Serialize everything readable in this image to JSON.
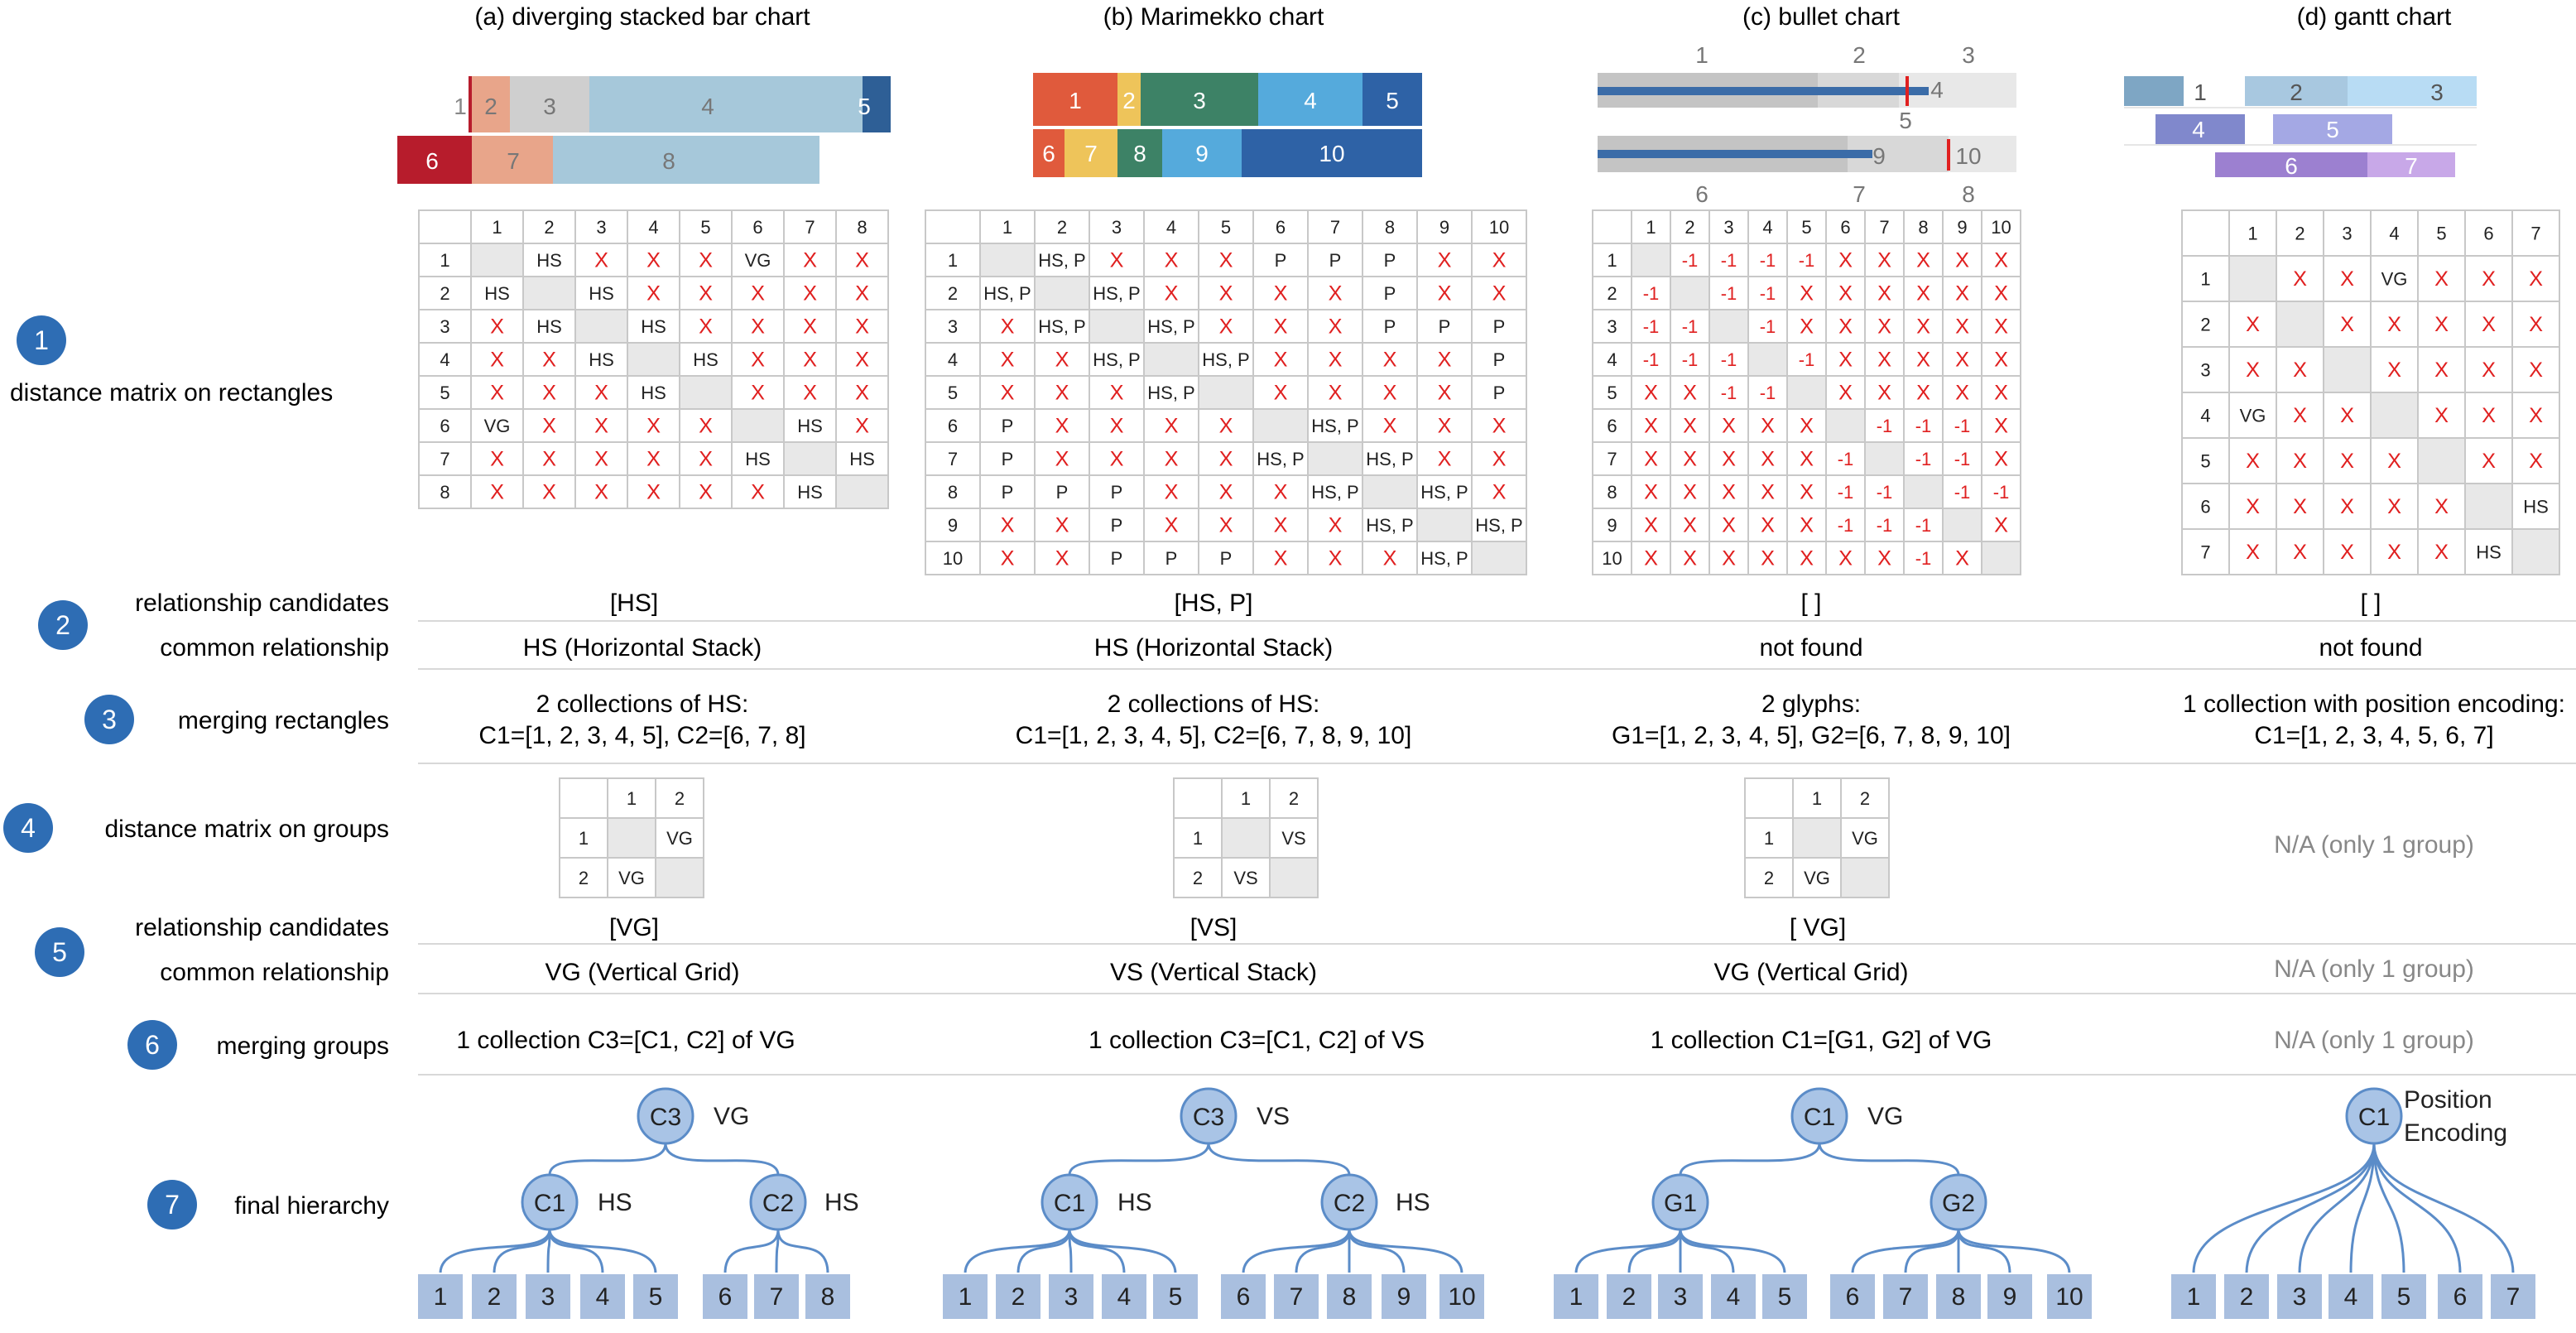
{
  "columns": [
    {
      "title": "(a) diverging stacked bar chart"
    },
    {
      "title": "(b) Marimekko chart"
    },
    {
      "title": "(c) bullet chart"
    },
    {
      "title": "(d) gantt chart"
    }
  ],
  "steps": [
    {
      "num": "1",
      "label": "distance matrix on rectangles"
    },
    {
      "num": "2",
      "label_a": "relationship candidates",
      "label_b": "common relationship"
    },
    {
      "num": "3",
      "label": "merging rectangles"
    },
    {
      "num": "4",
      "label": "distance matrix on groups"
    },
    {
      "num": "5",
      "label_a": "relationship candidates",
      "label_b": "common relationship"
    },
    {
      "num": "6",
      "label": "merging groups"
    },
    {
      "num": "7",
      "label": "final hierarchy"
    }
  ],
  "colors": {
    "bar_accent": "#3b6ca8",
    "node_fill": "#a9c4e6",
    "node_stroke": "#5b8cc8",
    "box_fill": "#a9bfdf",
    "badge": "#2e6db4",
    "cross": "#e02020",
    "grid": "#c8c8c8"
  },
  "charts": {
    "a": {
      "row1": [
        {
          "label": "1",
          "color": "#b71c2c"
        },
        {
          "label": "2",
          "color": "#e8a58a"
        },
        {
          "label": "3",
          "color": "#cfcfcf"
        },
        {
          "label": "4",
          "color": "#a6c8da"
        },
        {
          "label": "5",
          "color": "#2e5f96"
        }
      ],
      "row2": [
        {
          "label": "6",
          "color": "#b71c2c"
        },
        {
          "label": "7",
          "color": "#e8a58a"
        },
        {
          "label": "8",
          "color": "#a6c8da"
        }
      ]
    },
    "b": {
      "row1": [
        {
          "label": "1",
          "color": "#e05a3c"
        },
        {
          "label": "2",
          "color": "#eec45a"
        },
        {
          "label": "3",
          "color": "#3d8266"
        },
        {
          "label": "4",
          "color": "#55aadc"
        },
        {
          "label": "5",
          "color": "#2e62a6"
        }
      ],
      "row2": [
        {
          "label": "6",
          "color": "#e05a3c"
        },
        {
          "label": "7",
          "color": "#eec45a"
        },
        {
          "label": "8",
          "color": "#3d8266"
        },
        {
          "label": "9",
          "color": "#55aadc"
        },
        {
          "label": "10",
          "color": "#2e62a6"
        }
      ]
    },
    "c": {
      "top_labels": [
        "1",
        "2",
        "3"
      ],
      "mid_labels": [
        "4",
        "5"
      ],
      "low_labels": [
        "9",
        "10"
      ],
      "bottom_labels": [
        "6",
        "7",
        "8"
      ]
    },
    "d": {
      "bars": [
        {
          "label": "1",
          "color": "#7ea6c4"
        },
        {
          "label": "2",
          "color": "#a8c8e0"
        },
        {
          "label": "3",
          "color": "#b8dcf4"
        },
        {
          "label": "4",
          "color": "#8088cc"
        },
        {
          "label": "5",
          "color": "#a4a8e4"
        },
        {
          "label": "6",
          "color": "#9c80d0"
        },
        {
          "label": "7",
          "color": "#c8a8e8"
        }
      ]
    }
  },
  "matrices": {
    "a": {
      "headers": [
        "1",
        "2",
        "3",
        "4",
        "5",
        "6",
        "7",
        "8"
      ],
      "rows": [
        [
          "",
          "HS",
          "X",
          "X",
          "X",
          "VG",
          "X",
          "X"
        ],
        [
          "HS",
          "",
          "HS",
          "X",
          "X",
          "X",
          "X",
          "X"
        ],
        [
          "X",
          "HS",
          "",
          "HS",
          "X",
          "X",
          "X",
          "X"
        ],
        [
          "X",
          "X",
          "HS",
          "",
          "HS",
          "X",
          "X",
          "X"
        ],
        [
          "X",
          "X",
          "X",
          "HS",
          "",
          "X",
          "X",
          "X"
        ],
        [
          "VG",
          "X",
          "X",
          "X",
          "X",
          "",
          "HS",
          "X"
        ],
        [
          "X",
          "X",
          "X",
          "X",
          "X",
          "HS",
          "",
          "HS"
        ],
        [
          "X",
          "X",
          "X",
          "X",
          "X",
          "X",
          "HS",
          ""
        ]
      ]
    },
    "b": {
      "headers": [
        "1",
        "2",
        "3",
        "4",
        "5",
        "6",
        "7",
        "8",
        "9",
        "10"
      ],
      "rows": [
        [
          "",
          "HS, P",
          "X",
          "X",
          "X",
          "P",
          "P",
          "P",
          "X",
          "X"
        ],
        [
          "HS, P",
          "",
          "HS, P",
          "X",
          "X",
          "X",
          "X",
          "P",
          "X",
          "X"
        ],
        [
          "X",
          "HS, P",
          "",
          "HS, P",
          "X",
          "X",
          "X",
          "P",
          "P",
          "P"
        ],
        [
          "X",
          "X",
          "HS, P",
          "",
          "HS, P",
          "X",
          "X",
          "X",
          "X",
          "P"
        ],
        [
          "X",
          "X",
          "X",
          "HS, P",
          "",
          "X",
          "X",
          "X",
          "X",
          "P"
        ],
        [
          "P",
          "X",
          "X",
          "X",
          "X",
          "",
          "HS, P",
          "X",
          "X",
          "X"
        ],
        [
          "P",
          "X",
          "X",
          "X",
          "X",
          "HS, P",
          "",
          "HS, P",
          "X",
          "X"
        ],
        [
          "P",
          "P",
          "P",
          "X",
          "X",
          "X",
          "HS, P",
          "",
          "HS, P",
          "X"
        ],
        [
          "X",
          "X",
          "P",
          "X",
          "X",
          "X",
          "X",
          "HS, P",
          "",
          "HS, P"
        ],
        [
          "X",
          "X",
          "P",
          "P",
          "P",
          "X",
          "X",
          "X",
          "HS, P",
          ""
        ]
      ]
    },
    "c": {
      "headers": [
        "1",
        "2",
        "3",
        "4",
        "5",
        "6",
        "7",
        "8",
        "9",
        "10"
      ],
      "rows": [
        [
          "",
          "-1",
          "-1",
          "-1",
          "-1",
          "X",
          "X",
          "X",
          "X",
          "X"
        ],
        [
          "-1",
          "",
          "-1",
          "-1",
          "X",
          "X",
          "X",
          "X",
          "X",
          "X"
        ],
        [
          "-1",
          "-1",
          "",
          "-1",
          "X",
          "X",
          "X",
          "X",
          "X",
          "X"
        ],
        [
          "-1",
          "-1",
          "-1",
          "",
          "-1",
          "X",
          "X",
          "X",
          "X",
          "X"
        ],
        [
          "X",
          "X",
          "-1",
          "-1",
          "",
          "X",
          "X",
          "X",
          "X",
          "X"
        ],
        [
          "X",
          "X",
          "X",
          "X",
          "X",
          "",
          "-1",
          "-1",
          "-1",
          "X"
        ],
        [
          "X",
          "X",
          "X",
          "X",
          "X",
          "-1",
          "",
          "-1",
          "-1",
          "X"
        ],
        [
          "X",
          "X",
          "X",
          "X",
          "X",
          "-1",
          "-1",
          "",
          "-1",
          "-1"
        ],
        [
          "X",
          "X",
          "X",
          "X",
          "X",
          "-1",
          "-1",
          "-1",
          "",
          "X"
        ],
        [
          "X",
          "X",
          "X",
          "X",
          "X",
          "X",
          "X",
          "-1",
          "X",
          ""
        ]
      ]
    },
    "d": {
      "headers": [
        "1",
        "2",
        "3",
        "4",
        "5",
        "6",
        "7"
      ],
      "rows": [
        [
          "",
          "X",
          "X",
          "VG",
          "X",
          "X",
          "X"
        ],
        [
          "X",
          "",
          "X",
          "X",
          "X",
          "X",
          "X"
        ],
        [
          "X",
          "X",
          "",
          "X",
          "X",
          "X",
          "X"
        ],
        [
          "VG",
          "X",
          "X",
          "",
          "X",
          "X",
          "X"
        ],
        [
          "X",
          "X",
          "X",
          "X",
          "",
          "X",
          "X"
        ],
        [
          "X",
          "X",
          "X",
          "X",
          "X",
          "",
          "HS"
        ],
        [
          "X",
          "X",
          "X",
          "X",
          "X",
          "HS",
          ""
        ]
      ]
    }
  },
  "step2": {
    "a": {
      "candidates": "[HS]",
      "common": "HS (Horizontal Stack)"
    },
    "b": {
      "candidates": "[HS, P]",
      "common": "HS (Horizontal Stack)"
    },
    "c": {
      "candidates": "[ ]",
      "common": "not found"
    },
    "d": {
      "candidates": "[ ]",
      "common": "not found"
    }
  },
  "step3": {
    "a": {
      "line1": "2 collections of HS:",
      "line2": "C1=[1, 2, 3, 4, 5], C2=[6, 7, 8]"
    },
    "b": {
      "line1": "2 collections of HS:",
      "line2": "C1=[1, 2, 3, 4, 5], C2=[6, 7, 8, 9, 10]"
    },
    "c": {
      "line1": "2 glyphs:",
      "line2": "G1=[1, 2, 3, 4, 5], G2=[6, 7, 8, 9, 10]"
    },
    "d": {
      "line1": "1 collection with position encoding:",
      "line2": "C1=[1, 2, 3, 4, 5, 6, 7]"
    }
  },
  "step4": {
    "headers": [
      "1",
      "2"
    ],
    "a": {
      "r1c2": "VG",
      "r2c1": "VG"
    },
    "b": {
      "r1c2": "VS",
      "r2c1": "VS"
    },
    "c": {
      "r1c2": "VG",
      "r2c1": "VG"
    },
    "d_na": "N/A (only 1 group)"
  },
  "step5": {
    "a": {
      "candidates": "[VG]",
      "common": "VG (Vertical Grid)"
    },
    "b": {
      "candidates": "[VS]",
      "common": "VS (Vertical Stack)"
    },
    "c": {
      "candidates": "[ VG]",
      "common": "VG (Vertical Grid)"
    },
    "d": {
      "common": "N/A (only 1 group)"
    }
  },
  "step6": {
    "a": "1 collection C3=[C1, C2] of VG",
    "b": "1 collection C3=[C1, C2] of VS",
    "c": "1 collection C1=[G1, G2] of VG",
    "d": "N/A (only 1 group)"
  },
  "hierarchy": {
    "a": {
      "root": "C3",
      "root_rel": "VG",
      "left": "C1",
      "left_rel": "HS",
      "right": "C2",
      "right_rel": "HS",
      "left_leaves": [
        "1",
        "2",
        "3",
        "4",
        "5"
      ],
      "right_leaves": [
        "6",
        "7",
        "8"
      ]
    },
    "b": {
      "root": "C3",
      "root_rel": "VS",
      "left": "C1",
      "left_rel": "HS",
      "right": "C2",
      "right_rel": "HS",
      "left_leaves": [
        "1",
        "2",
        "3",
        "4",
        "5"
      ],
      "right_leaves": [
        "6",
        "7",
        "8",
        "9",
        "10"
      ]
    },
    "c": {
      "root": "C1",
      "root_rel": "VG",
      "left": "G1",
      "right": "G2",
      "left_leaves": [
        "1",
        "2",
        "3",
        "4",
        "5"
      ],
      "right_leaves": [
        "6",
        "7",
        "8",
        "9",
        "10"
      ]
    },
    "d": {
      "root": "C1",
      "root_rel_1": "Position",
      "root_rel_2": "Encoding",
      "leaves": [
        "1",
        "2",
        "3",
        "4",
        "5",
        "6",
        "7"
      ]
    }
  }
}
